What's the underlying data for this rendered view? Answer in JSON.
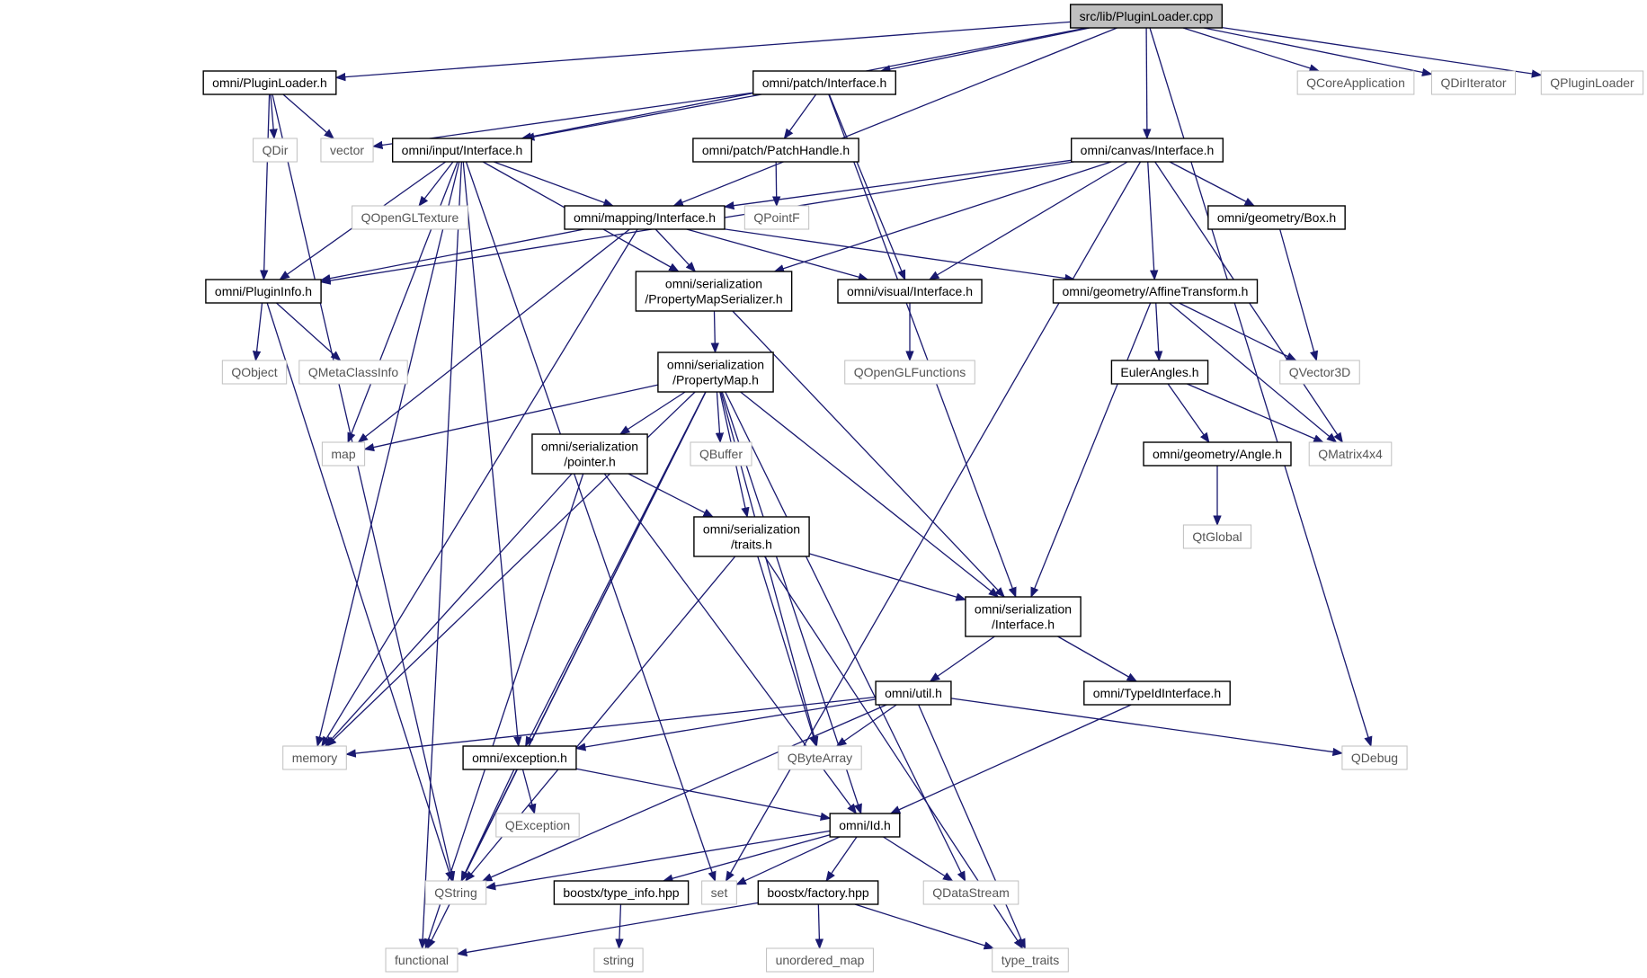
{
  "graph": {
    "colors": {
      "root_fill": "#bfbfbf",
      "header_stroke": "#000000",
      "system_stroke": "#bfbfbf",
      "system_text": "#555555",
      "header_text": "#000000",
      "edge": "#191970"
    },
    "nodes": [
      {
        "id": "root",
        "lines": [
          "src/lib/PluginLoader.cpp"
        ],
        "kind": "root"
      },
      {
        "id": "pluginloader_h",
        "lines": [
          "omni/PluginLoader.h"
        ],
        "kind": "header"
      },
      {
        "id": "patch_interface",
        "lines": [
          "omni/patch/Interface.h"
        ],
        "kind": "header"
      },
      {
        "id": "qcoreapp",
        "lines": [
          "QCoreApplication"
        ],
        "kind": "system"
      },
      {
        "id": "qdiriterator",
        "lines": [
          "QDirIterator"
        ],
        "kind": "system"
      },
      {
        "id": "qpluginloader",
        "lines": [
          "QPluginLoader"
        ],
        "kind": "system"
      },
      {
        "id": "qdir",
        "lines": [
          "QDir"
        ],
        "kind": "system"
      },
      {
        "id": "vector",
        "lines": [
          "vector"
        ],
        "kind": "system"
      },
      {
        "id": "input_interface",
        "lines": [
          "omni/input/Interface.h"
        ],
        "kind": "header"
      },
      {
        "id": "patchhandle",
        "lines": [
          "omni/patch/PatchHandle.h"
        ],
        "kind": "header"
      },
      {
        "id": "canvas_interface",
        "lines": [
          "omni/canvas/Interface.h"
        ],
        "kind": "header"
      },
      {
        "id": "qopengltexture",
        "lines": [
          "QOpenGLTexture"
        ],
        "kind": "system"
      },
      {
        "id": "qpointf",
        "lines": [
          "QPointF"
        ],
        "kind": "system"
      },
      {
        "id": "mapping_interface",
        "lines": [
          "omni/mapping/Interface.h"
        ],
        "kind": "header"
      },
      {
        "id": "box_h",
        "lines": [
          "omni/geometry/Box.h"
        ],
        "kind": "header"
      },
      {
        "id": "plugininfo",
        "lines": [
          "omni/PluginInfo.h"
        ],
        "kind": "header"
      },
      {
        "id": "pmserializer",
        "lines": [
          "omni/serialization",
          "/PropertyMapSerializer.h"
        ],
        "kind": "header"
      },
      {
        "id": "visual_interface",
        "lines": [
          "omni/visual/Interface.h"
        ],
        "kind": "header"
      },
      {
        "id": "affine",
        "lines": [
          "omni/geometry/AffineTransform.h"
        ],
        "kind": "header"
      },
      {
        "id": "qobject",
        "lines": [
          "QObject"
        ],
        "kind": "system"
      },
      {
        "id": "qmetaclassinfo",
        "lines": [
          "QMetaClassInfo"
        ],
        "kind": "system"
      },
      {
        "id": "qopenglfunctions",
        "lines": [
          "QOpenGLFunctions"
        ],
        "kind": "system"
      },
      {
        "id": "propertymap",
        "lines": [
          "omni/serialization",
          "/PropertyMap.h"
        ],
        "kind": "header"
      },
      {
        "id": "eulerangles",
        "lines": [
          "EulerAngles.h"
        ],
        "kind": "header"
      },
      {
        "id": "qvector3d",
        "lines": [
          "QVector3D"
        ],
        "kind": "system"
      },
      {
        "id": "map",
        "lines": [
          "map"
        ],
        "kind": "system"
      },
      {
        "id": "pointer_h",
        "lines": [
          "omni/serialization",
          "/pointer.h"
        ],
        "kind": "header"
      },
      {
        "id": "qbuffer",
        "lines": [
          "QBuffer"
        ],
        "kind": "system"
      },
      {
        "id": "angle_h",
        "lines": [
          "omni/geometry/Angle.h"
        ],
        "kind": "header"
      },
      {
        "id": "qmatrix4x4",
        "lines": [
          "QMatrix4x4"
        ],
        "kind": "system"
      },
      {
        "id": "traits_h",
        "lines": [
          "omni/serialization",
          "/traits.h"
        ],
        "kind": "header"
      },
      {
        "id": "qtglobal",
        "lines": [
          "QtGlobal"
        ],
        "kind": "system"
      },
      {
        "id": "ser_interface",
        "lines": [
          "omni/serialization",
          "/Interface.h"
        ],
        "kind": "header"
      },
      {
        "id": "util_h",
        "lines": [
          "omni/util.h"
        ],
        "kind": "header"
      },
      {
        "id": "typeid_interface",
        "lines": [
          "omni/TypeIdInterface.h"
        ],
        "kind": "header"
      },
      {
        "id": "memory",
        "lines": [
          "memory"
        ],
        "kind": "system"
      },
      {
        "id": "exception_h",
        "lines": [
          "omni/exception.h"
        ],
        "kind": "header"
      },
      {
        "id": "qbytearray",
        "lines": [
          "QByteArray"
        ],
        "kind": "system"
      },
      {
        "id": "qdebug",
        "lines": [
          "QDebug"
        ],
        "kind": "system"
      },
      {
        "id": "qexception",
        "lines": [
          "QException"
        ],
        "kind": "system"
      },
      {
        "id": "id_h",
        "lines": [
          "omni/Id.h"
        ],
        "kind": "header"
      },
      {
        "id": "qstring",
        "lines": [
          "QString"
        ],
        "kind": "system"
      },
      {
        "id": "set",
        "lines": [
          "set"
        ],
        "kind": "system"
      },
      {
        "id": "typeinfo_hpp",
        "lines": [
          "boostx/type_info.hpp"
        ],
        "kind": "header"
      },
      {
        "id": "factory_hpp",
        "lines": [
          "boostx/factory.hpp"
        ],
        "kind": "header"
      },
      {
        "id": "qdatastream",
        "lines": [
          "QDataStream"
        ],
        "kind": "system"
      },
      {
        "id": "functional",
        "lines": [
          "functional"
        ],
        "kind": "system"
      },
      {
        "id": "string",
        "lines": [
          "string"
        ],
        "kind": "system"
      },
      {
        "id": "unordered_map",
        "lines": [
          "unordered_map"
        ],
        "kind": "system"
      },
      {
        "id": "type_traits",
        "lines": [
          "type_traits"
        ],
        "kind": "system"
      }
    ],
    "edges": [
      [
        "root",
        "pluginloader_h"
      ],
      [
        "root",
        "patch_interface"
      ],
      [
        "root",
        "qcoreapp"
      ],
      [
        "root",
        "qdiriterator"
      ],
      [
        "root",
        "qpluginloader"
      ],
      [
        "root",
        "input_interface"
      ],
      [
        "root",
        "canvas_interface"
      ],
      [
        "root",
        "mapping_interface"
      ],
      [
        "root",
        "qdebug"
      ],
      [
        "pluginloader_h",
        "qdir"
      ],
      [
        "pluginloader_h",
        "vector"
      ],
      [
        "pluginloader_h",
        "plugininfo"
      ],
      [
        "pluginloader_h",
        "qstring"
      ],
      [
        "patch_interface",
        "vector"
      ],
      [
        "patch_interface",
        "input_interface"
      ],
      [
        "patch_interface",
        "patchhandle"
      ],
      [
        "patch_interface",
        "visual_interface"
      ],
      [
        "patch_interface",
        "ser_interface"
      ],
      [
        "patchhandle",
        "qpointf"
      ],
      [
        "input_interface",
        "qopengltexture"
      ],
      [
        "input_interface",
        "mapping_interface"
      ],
      [
        "input_interface",
        "plugininfo"
      ],
      [
        "input_interface",
        "pmserializer"
      ],
      [
        "input_interface",
        "map"
      ],
      [
        "input_interface",
        "memory"
      ],
      [
        "input_interface",
        "functional"
      ],
      [
        "input_interface",
        "exception_h"
      ],
      [
        "input_interface",
        "set"
      ],
      [
        "canvas_interface",
        "mapping_interface"
      ],
      [
        "canvas_interface",
        "plugininfo"
      ],
      [
        "canvas_interface",
        "pmserializer"
      ],
      [
        "canvas_interface",
        "visual_interface"
      ],
      [
        "canvas_interface",
        "affine"
      ],
      [
        "canvas_interface",
        "box_h"
      ],
      [
        "canvas_interface",
        "qmatrix4x4"
      ],
      [
        "canvas_interface",
        "set"
      ],
      [
        "mapping_interface",
        "plugininfo"
      ],
      [
        "mapping_interface",
        "pmserializer"
      ],
      [
        "mapping_interface",
        "visual_interface"
      ],
      [
        "mapping_interface",
        "affine"
      ],
      [
        "mapping_interface",
        "map"
      ],
      [
        "mapping_interface",
        "memory"
      ],
      [
        "box_h",
        "qvector3d"
      ],
      [
        "plugininfo",
        "qobject"
      ],
      [
        "plugininfo",
        "qmetaclassinfo"
      ],
      [
        "plugininfo",
        "qstring"
      ],
      [
        "pmserializer",
        "propertymap"
      ],
      [
        "pmserializer",
        "ser_interface"
      ],
      [
        "visual_interface",
        "qopenglfunctions"
      ],
      [
        "affine",
        "eulerangles"
      ],
      [
        "affine",
        "qvector3d"
      ],
      [
        "affine",
        "qmatrix4x4"
      ],
      [
        "affine",
        "ser_interface"
      ],
      [
        "eulerangles",
        "angle_h"
      ],
      [
        "eulerangles",
        "qmatrix4x4"
      ],
      [
        "angle_h",
        "qtglobal"
      ],
      [
        "propertymap",
        "map"
      ],
      [
        "propertymap",
        "pointer_h"
      ],
      [
        "propertymap",
        "qbuffer"
      ],
      [
        "propertymap",
        "traits_h"
      ],
      [
        "propertymap",
        "ser_interface"
      ],
      [
        "propertymap",
        "memory"
      ],
      [
        "propertymap",
        "qstring"
      ],
      [
        "propertymap",
        "functional"
      ],
      [
        "propertymap",
        "exception_h"
      ],
      [
        "propertymap",
        "qbytearray"
      ],
      [
        "propertymap",
        "id_h"
      ],
      [
        "propertymap",
        "qdatastream"
      ],
      [
        "pointer_h",
        "traits_h"
      ],
      [
        "pointer_h",
        "memory"
      ],
      [
        "pointer_h",
        "id_h"
      ],
      [
        "pointer_h",
        "functional"
      ],
      [
        "traits_h",
        "ser_interface"
      ],
      [
        "traits_h",
        "qbytearray"
      ],
      [
        "traits_h",
        "qstring"
      ],
      [
        "traits_h",
        "type_traits"
      ],
      [
        "ser_interface",
        "util_h"
      ],
      [
        "ser_interface",
        "typeid_interface"
      ],
      [
        "util_h",
        "memory"
      ],
      [
        "util_h",
        "exception_h"
      ],
      [
        "util_h",
        "qbytearray"
      ],
      [
        "util_h",
        "qdebug"
      ],
      [
        "util_h",
        "qstring"
      ],
      [
        "util_h",
        "type_traits"
      ],
      [
        "typeid_interface",
        "id_h"
      ],
      [
        "exception_h",
        "qexception"
      ],
      [
        "exception_h",
        "qstring"
      ],
      [
        "exception_h",
        "id_h"
      ],
      [
        "id_h",
        "qstring"
      ],
      [
        "id_h",
        "set"
      ],
      [
        "id_h",
        "typeinfo_hpp"
      ],
      [
        "id_h",
        "factory_hpp"
      ],
      [
        "id_h",
        "qdatastream"
      ],
      [
        "typeinfo_hpp",
        "string"
      ],
      [
        "factory_hpp",
        "functional"
      ],
      [
        "factory_hpp",
        "unordered_map"
      ],
      [
        "factory_hpp",
        "type_traits"
      ]
    ]
  }
}
